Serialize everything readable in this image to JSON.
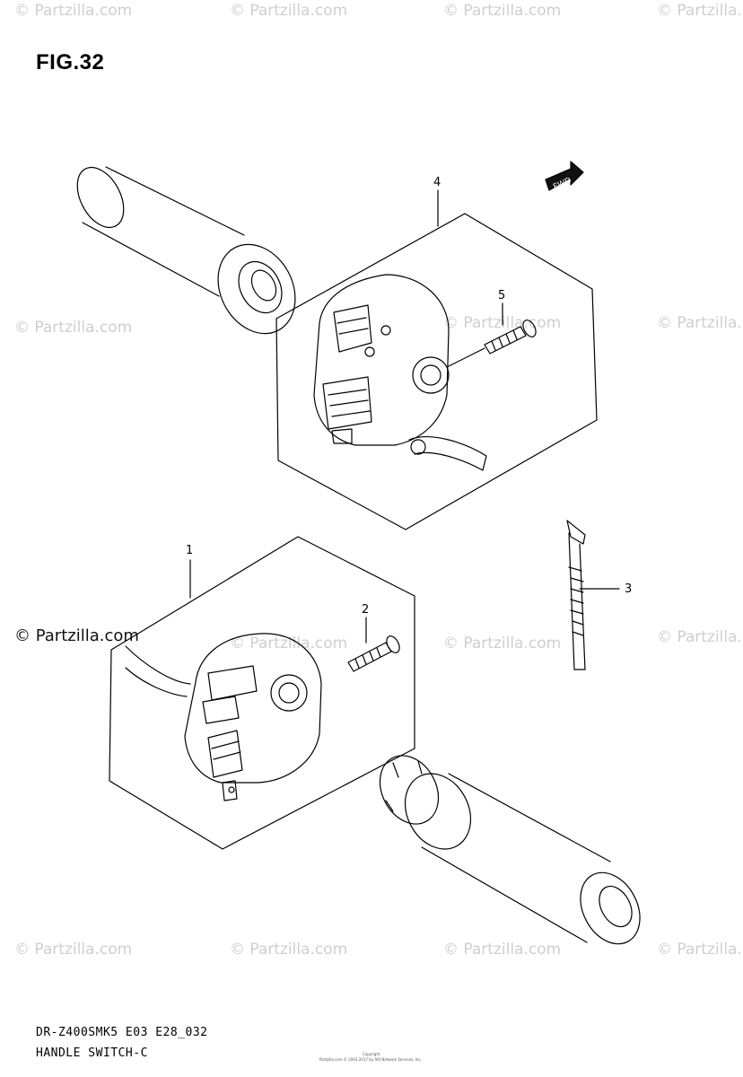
{
  "figure": {
    "title": "FIG.32",
    "model_code": "DR-Z400SMK5 E03 E28_032",
    "section_name": "HANDLE SWITCH-C",
    "copyright_line1": "Copyright",
    "copyright_line2": "Partzilla.com © 2003-2017 by ARI Network Services, Inc."
  },
  "watermark": {
    "text": "© Partzilla.com",
    "color": "#cfcfcf"
  },
  "callouts": {
    "c1": "1",
    "c2": "2",
    "c3": "3",
    "c4": "4",
    "c5": "5"
  },
  "direction_badge": "FWD"
}
